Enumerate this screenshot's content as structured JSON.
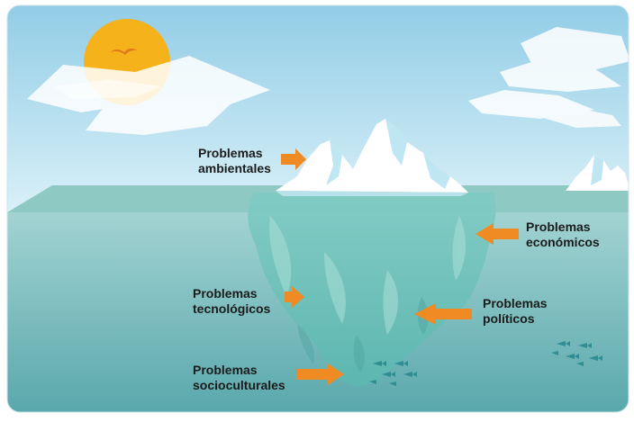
{
  "labels": {
    "ambientales": {
      "line1": "Problemas",
      "line2": "ambientales"
    },
    "economicos": {
      "line1": "Problemas",
      "line2": "económicos"
    },
    "tecnologicos": {
      "line1": "Problemas",
      "line2": "tecnológicos"
    },
    "politicos": {
      "line1": "Problemas",
      "line2": "políticos"
    },
    "socioculturales": {
      "line1": "Problemas",
      "line2": "socioculturales"
    }
  },
  "colors": {
    "sky_top": "#9fd3ea",
    "sky_bottom": "#d6eef7",
    "sea_top": "#9ccfcf",
    "sea_bottom": "#5aa9ad",
    "iceberg_tip": "#ffffff",
    "iceberg_under": "#78c6bf",
    "sun": "#f6b21a",
    "arrow": "#f08a22",
    "fish": "#2f8e93",
    "text": "#1b1b1b"
  },
  "icons": [
    "sun-icon",
    "bird-icon",
    "cloud-icon",
    "fish-icon",
    "arrow-icon"
  ]
}
